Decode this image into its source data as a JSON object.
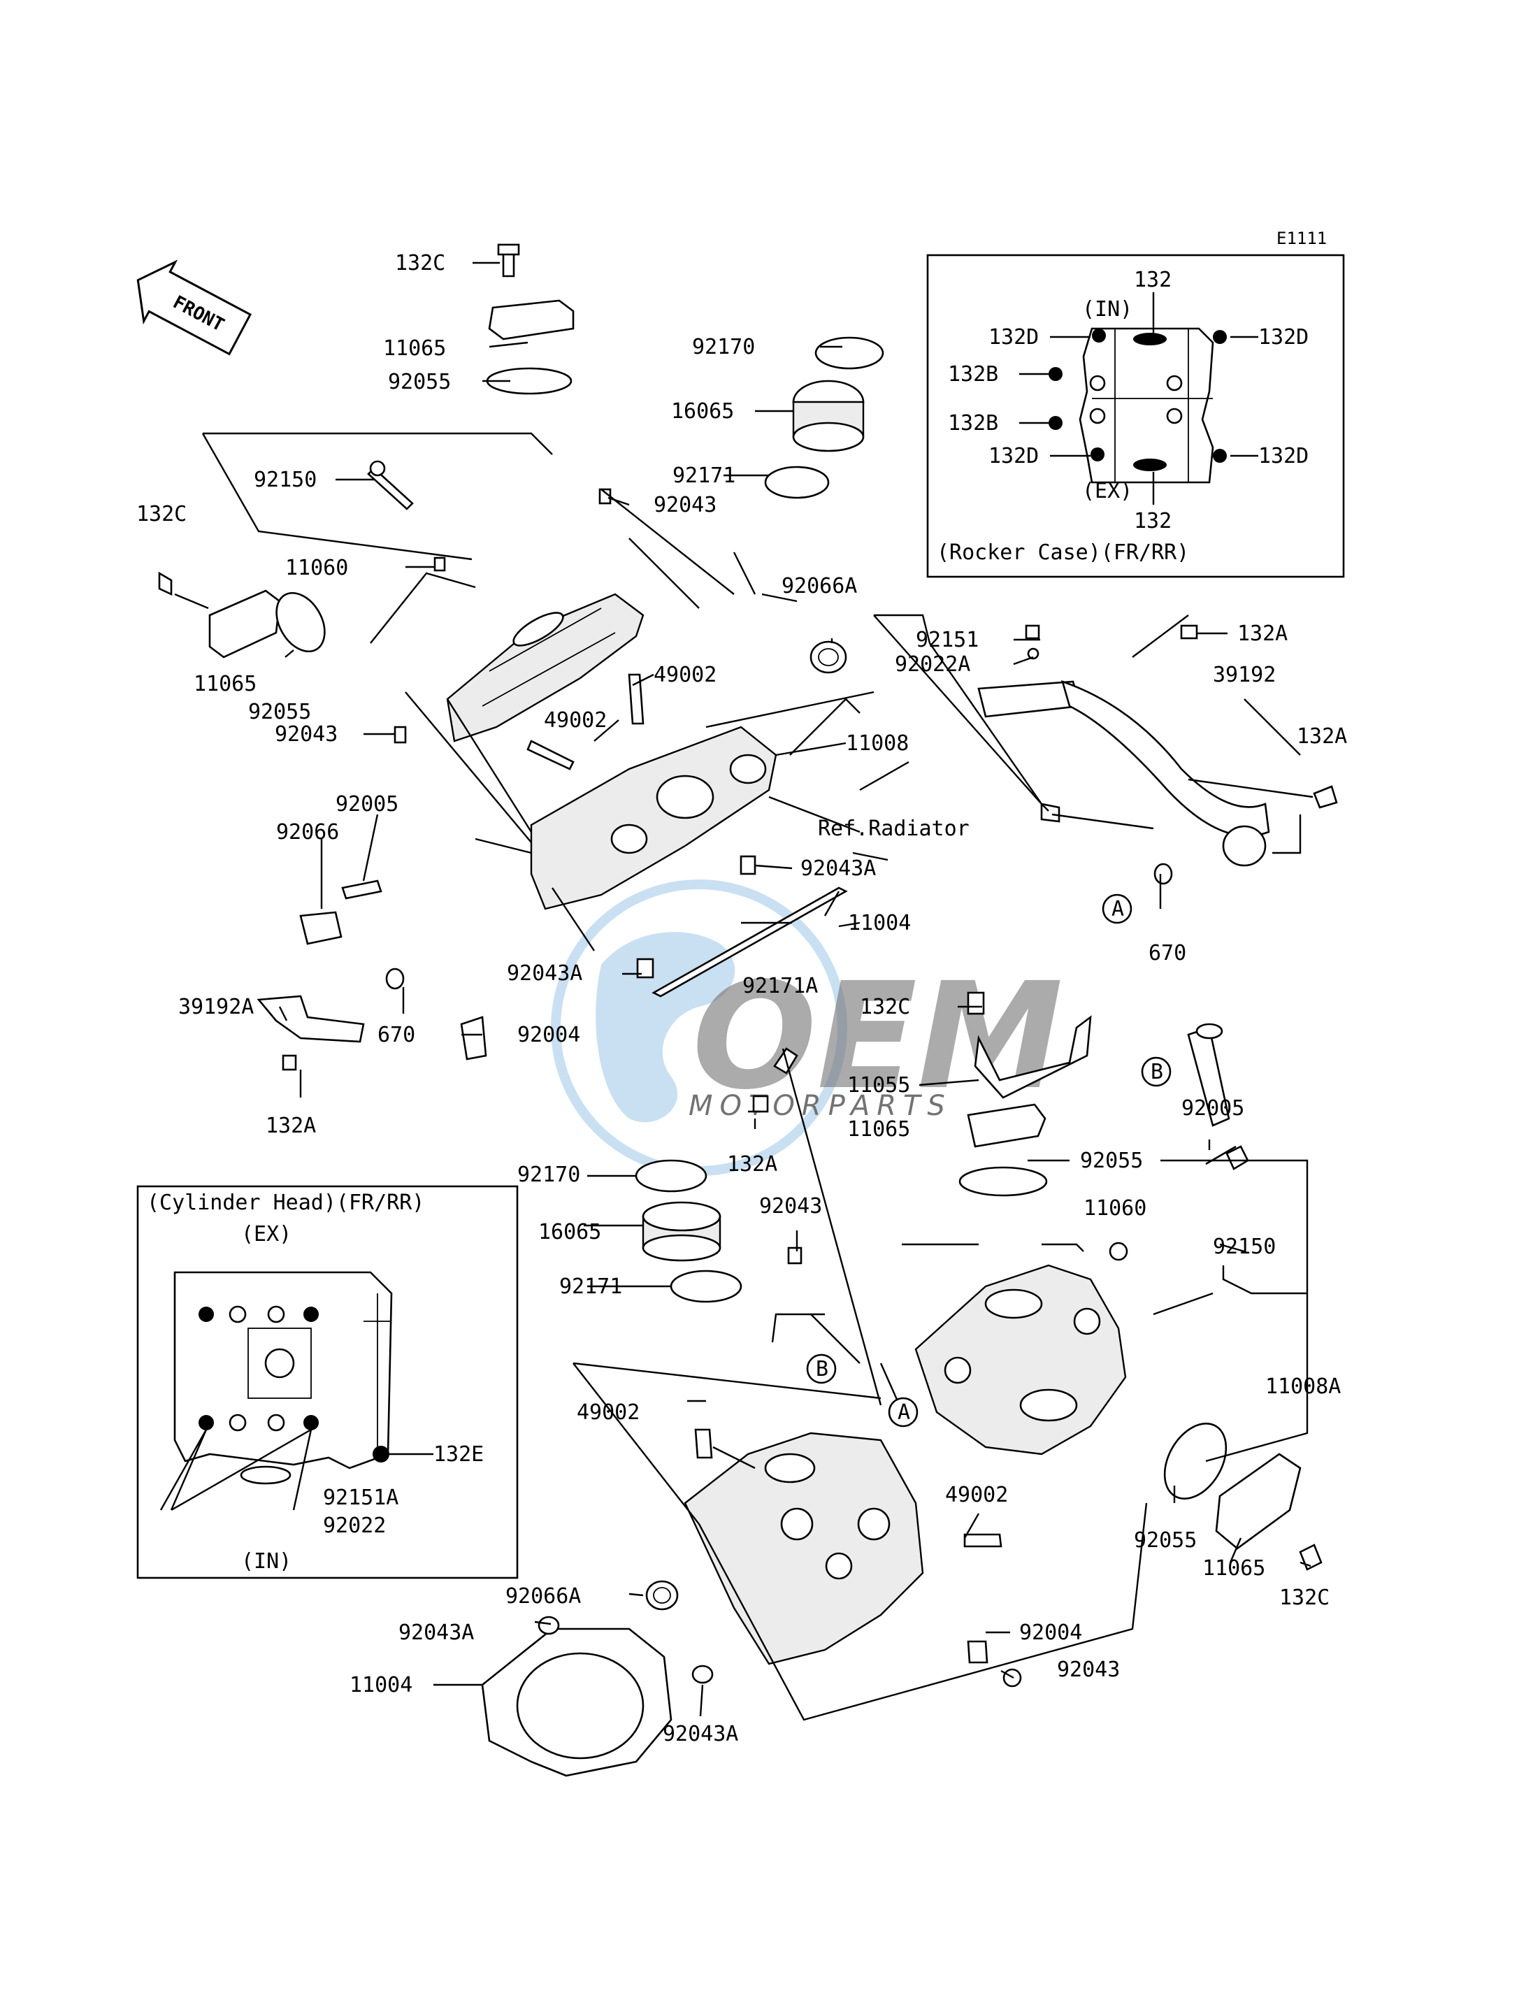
{
  "diagram_code": "E1111",
  "front_arrow": {
    "text": "FRONT",
    "icon": "front-direction-arrow-icon"
  },
  "watermark": {
    "brand": "OEM",
    "tagline": "MOTORPARTS",
    "color": "#3a8ed0"
  },
  "inset_rocker": {
    "title": "(Rocker Case)(FR/RR)",
    "in_label": "(IN)",
    "ex_label": "(EX)",
    "callouts": [
      "132",
      "132D",
      "132D",
      "132B",
      "132B",
      "132D",
      "132D",
      "132"
    ]
  },
  "inset_head": {
    "title": "(Cylinder Head)(FR/RR)",
    "ex_label": "(EX)",
    "in_label": "(IN)",
    "callouts": [
      "132E",
      "92151A",
      "92022"
    ]
  },
  "circles": [
    "A",
    "B",
    "A",
    "B"
  ],
  "ref_radiator": "Ref.Radiator",
  "parts": [
    "132C",
    "11065",
    "92055",
    "92150",
    "132C",
    "11060",
    "11065",
    "92055",
    "92043",
    "92170",
    "16065",
    "92171",
    "92043",
    "92066A",
    "49002",
    "49002",
    "11008",
    "92005",
    "92066",
    "92043A",
    "11004",
    "92043A",
    "39192A",
    "670",
    "92004",
    "132A",
    "92171A",
    "132C",
    "11055",
    "11065",
    "132A",
    "92151",
    "92022A",
    "132A",
    "39192",
    "132A",
    "670",
    "92005",
    "92170",
    "16065",
    "92171",
    "92043",
    "92055",
    "11060",
    "92150",
    "11008A",
    "49002",
    "49002",
    "92055",
    "11065",
    "132C",
    "92066A",
    "92004",
    "92043A",
    "11004",
    "92043",
    "92043A"
  ]
}
